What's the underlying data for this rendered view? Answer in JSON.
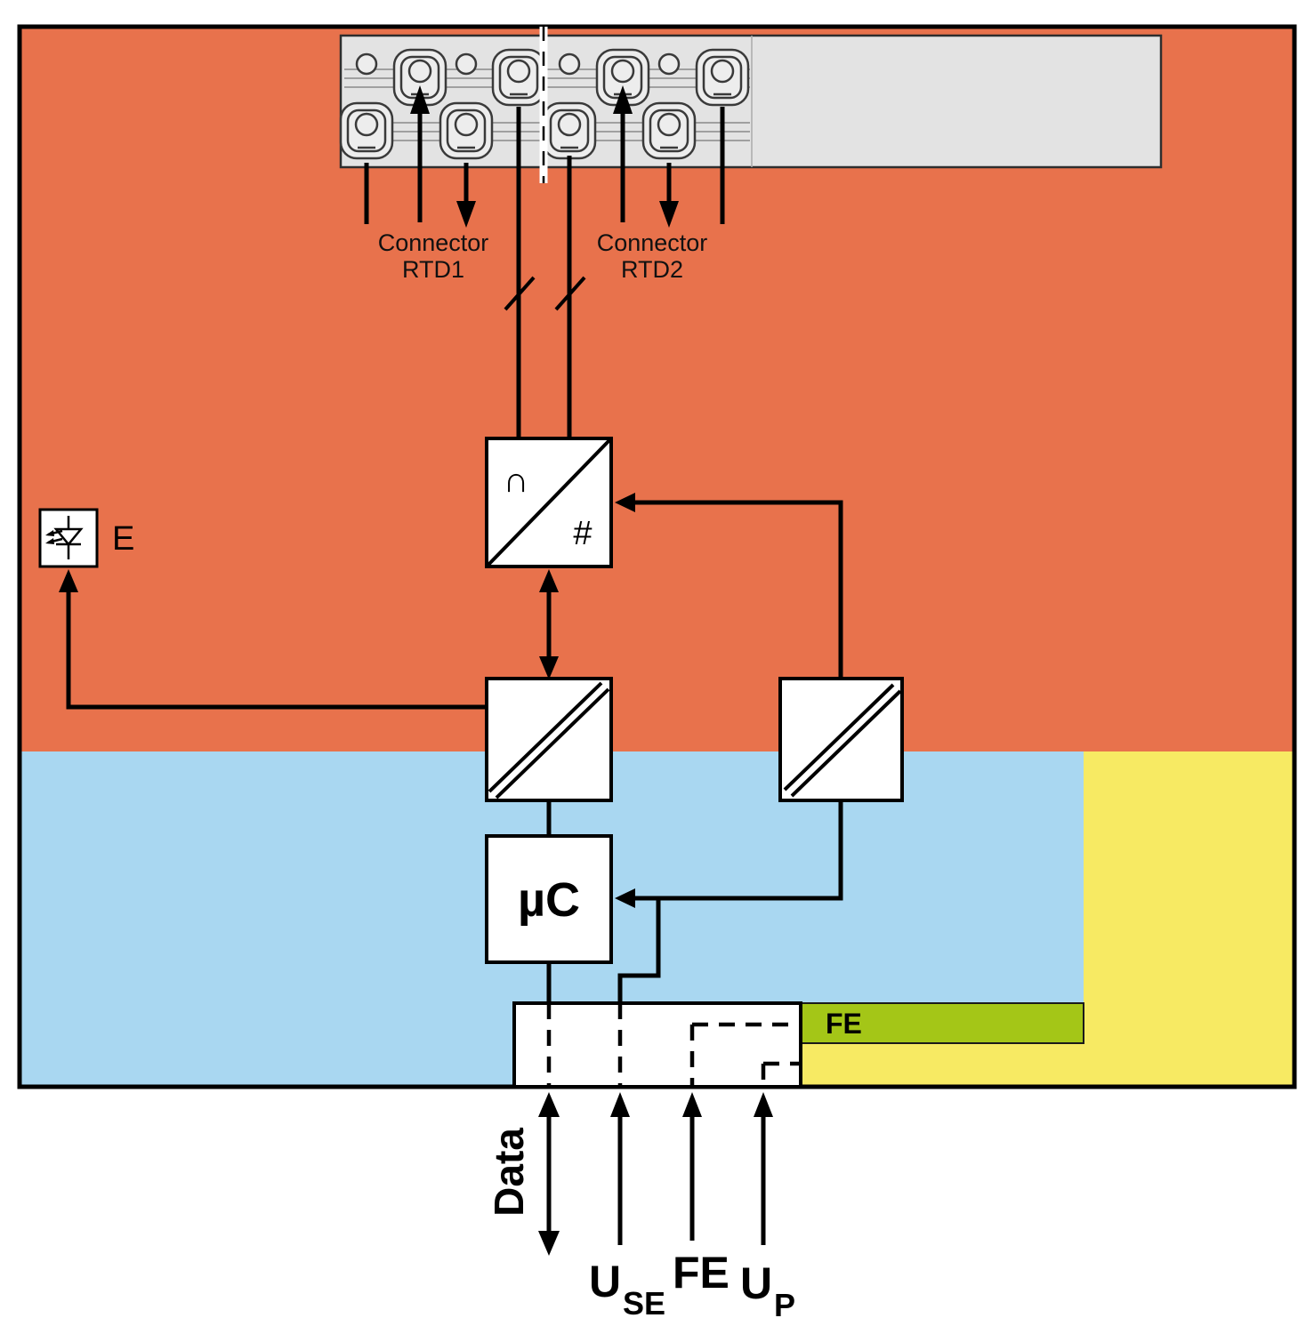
{
  "colors": {
    "orange": "#E8724C",
    "blue": "#A9D7F1",
    "yellow": "#F7EA63",
    "green": "#A4C617",
    "terminal_gray": "#E3E3E3",
    "white": "#FFFFFF",
    "line": "#000000"
  },
  "connectors": {
    "rtd1": {
      "line1": "Connector",
      "line2": "RTD1"
    },
    "rtd2": {
      "line1": "Connector",
      "line2": "RTD2"
    }
  },
  "blocks": {
    "adc": {
      "analog": "∩",
      "digital": "#"
    },
    "optocoupler": {
      "label": "E"
    },
    "mcu": {
      "label": "µC"
    }
  },
  "fe_bar": {
    "label": "FE"
  },
  "ports": {
    "data": "Data",
    "use": {
      "base": "U",
      "sub": "SE"
    },
    "fe": "FE",
    "up": {
      "base": "U",
      "sub": "P"
    }
  }
}
